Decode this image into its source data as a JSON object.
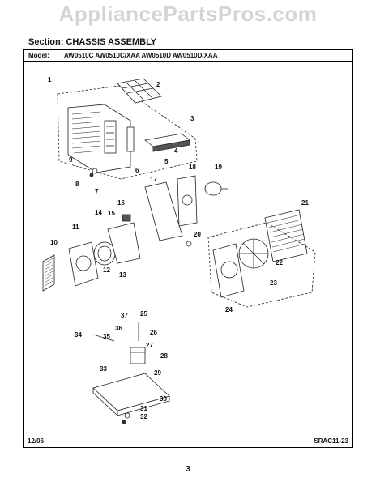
{
  "watermark": "AppliancePartsPros.com",
  "section": {
    "prefix": "Section:",
    "title": "CHASSIS ASSEMBLY"
  },
  "model": {
    "label": "Model:",
    "value": "AW0510C AW0510C/XAA AW0510D AW0510D/XAA"
  },
  "footer": {
    "date": "12/06",
    "code": "SRAC11-23"
  },
  "page_number": "3",
  "callouts": [
    "1",
    "2",
    "3",
    "4",
    "5",
    "6",
    "7",
    "8",
    "9",
    "10",
    "11",
    "12",
    "13",
    "14",
    "15",
    "16",
    "17",
    "18",
    "19",
    "20",
    "21",
    "22",
    "23",
    "24",
    "25",
    "26",
    "27",
    "28",
    "29",
    "30",
    "31",
    "32",
    "33",
    "34",
    "35",
    "36",
    "37"
  ]
}
